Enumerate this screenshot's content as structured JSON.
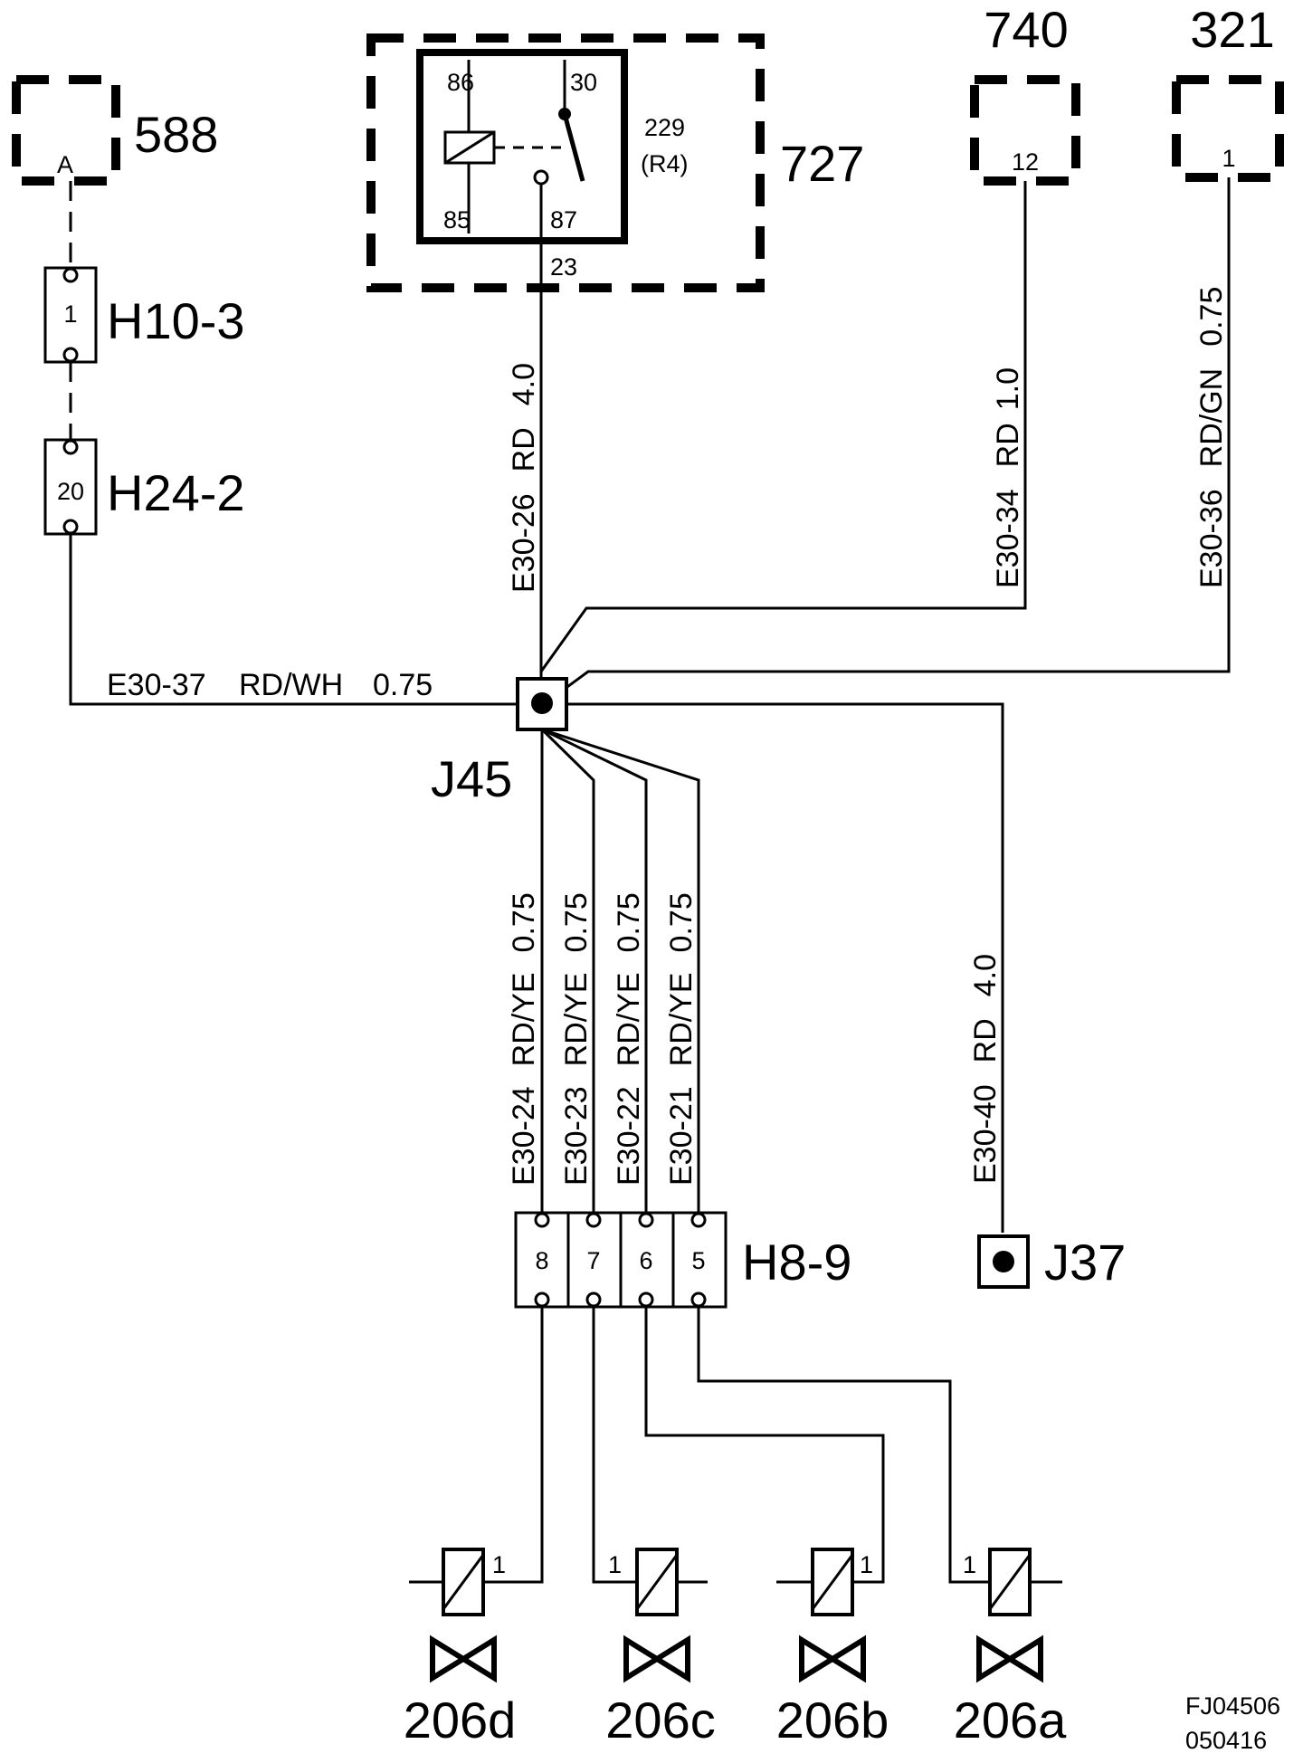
{
  "components": {
    "c588": {
      "id": "588",
      "pin": "A"
    },
    "h10_3": {
      "id": "H10-3",
      "pin": "1"
    },
    "h24_2": {
      "id": "H24-2",
      "pin": "20"
    },
    "relay": {
      "id": "727",
      "part": "229",
      "ref": "(R4)",
      "pin86": "86",
      "pin30": "30",
      "pin85": "85",
      "pin87": "87",
      "pin23": "23"
    },
    "c740": {
      "id": "740",
      "pin": "12"
    },
    "c321": {
      "id": "321",
      "pin": "1"
    },
    "j45": {
      "id": "J45"
    },
    "j37": {
      "id": "J37"
    },
    "h8_9": {
      "id": "H8-9",
      "pins": [
        "8",
        "7",
        "6",
        "5"
      ]
    },
    "valves": [
      {
        "id": "206d",
        "pin": "1"
      },
      {
        "id": "206c",
        "pin": "1"
      },
      {
        "id": "206b",
        "pin": "1"
      },
      {
        "id": "206a",
        "pin": "1"
      }
    ]
  },
  "wires": {
    "e30_26": {
      "code": "E30-26",
      "color": "RD",
      "size": "4.0"
    },
    "e30_34": {
      "code": "E30-34",
      "color": "RD",
      "size": "1.0"
    },
    "e30_36": {
      "code": "E30-36",
      "color": "RD/GN",
      "size": "0.75"
    },
    "e30_37": {
      "code": "E30-37",
      "color": "RD/WH",
      "size": "0.75"
    },
    "e30_24": {
      "code": "E30-24",
      "color": "RD/YE",
      "size": "0.75"
    },
    "e30_23": {
      "code": "E30-23",
      "color": "RD/YE",
      "size": "0.75"
    },
    "e30_22": {
      "code": "E30-22",
      "color": "RD/YE",
      "size": "0.75"
    },
    "e30_21": {
      "code": "E30-21",
      "color": "RD/YE",
      "size": "0.75"
    },
    "e30_40": {
      "code": "E30-40",
      "color": "RD",
      "size": "4.0"
    }
  },
  "footer": {
    "figure_id": "FJ04506",
    "date_code": "050416"
  }
}
